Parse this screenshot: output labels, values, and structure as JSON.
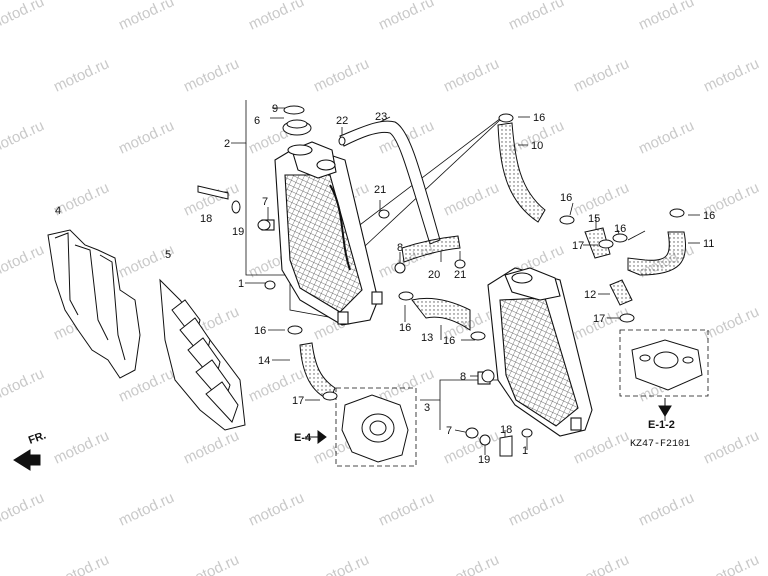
{
  "watermark": "motod.ru",
  "diagram_code": "KZ47-F2101",
  "direction_label": "FR.",
  "refs": {
    "e4": "E-4",
    "e12": "E-1-2"
  },
  "parts": {
    "p1": "1",
    "p2": "2",
    "p3": "3",
    "p4": "4",
    "p5": "5",
    "p6": "6",
    "p7": "7",
    "p8": "8",
    "p9": "9",
    "p10": "10",
    "p11": "11",
    "p12": "12",
    "p13": "13",
    "p14": "14",
    "p15": "15",
    "p16": "16",
    "p17": "17",
    "p18": "18",
    "p19": "19",
    "p20": "20",
    "p21": "21",
    "p22": "22",
    "p23": "23"
  }
}
